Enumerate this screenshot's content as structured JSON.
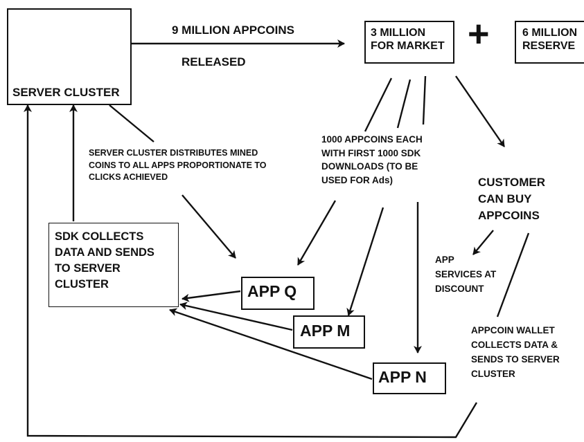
{
  "server_cluster": {
    "label": "SERVER CLUSTER"
  },
  "release": {
    "line1": "9 MILLION APPCOINS",
    "line2": "RELEASED"
  },
  "market_box": {
    "line1": "3 MILLION",
    "line2": "FOR MARKET"
  },
  "plus_sign": "+",
  "reserve_box": {
    "line1": "6 MILLION",
    "line2": "RESERVE"
  },
  "sdk_downloads_note": {
    "line1": "1000 APPCOINS EACH",
    "line2": "WITH FIRST 1000 SDK",
    "line3": "DOWNLOADS (TO BE",
    "line4": "USED FOR Ads)"
  },
  "distribution_note": {
    "line1": "SERVER CLUSTER DISTRIBUTES MINED",
    "line2": "COINS TO ALL APPS PROPORTIONATE TO",
    "line3": "CLICKS ACHIEVED"
  },
  "customer_note": {
    "line1": "CUSTOMER",
    "line2": "CAN BUY",
    "line3": "APPCOINS"
  },
  "app_services_note": {
    "line1": "APP",
    "line2": "SERVICES AT",
    "line3": "DISCOUNT"
  },
  "wallet_note": {
    "line1": "APPCOIN WALLET",
    "line2": "COLLECTS DATA &",
    "line3": "SENDS TO SERVER",
    "line4": "CLUSTER"
  },
  "sdk_box": {
    "line1": "SDK COLLECTS",
    "line2": "DATA AND SENDS",
    "line3": "TO SERVER",
    "line4": "CLUSTER"
  },
  "app_q": "APP Q",
  "app_m": "APP M",
  "app_n": "APP N"
}
